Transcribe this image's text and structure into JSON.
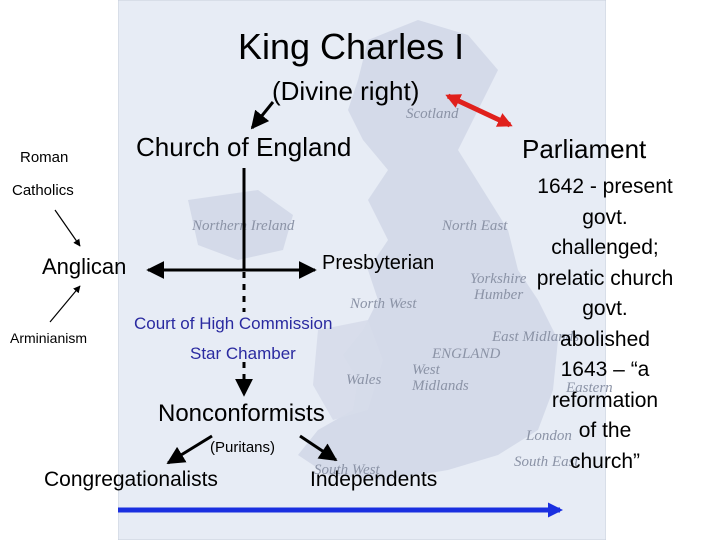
{
  "slide": {
    "title": "King Charles I",
    "subtitle": "(Divine right)",
    "church_of_england": "Church of England",
    "parliament": "Parliament",
    "roman": "Roman",
    "catholics": "Catholics",
    "anglican": "Anglican",
    "arminianism": "Arminianism",
    "presbyterian": "Presbyterian",
    "court_line1": "Court of High Commission",
    "court_line2": "Star Chamber",
    "nonconformists": "Nonconformists",
    "puritans": "(Puritans)",
    "congregationalists": "Congregationalists",
    "independents": "Independents",
    "parliament_notes": [
      "1642 - present",
      "govt.",
      "challenged;",
      "prelatic church",
      "govt.",
      "abolished",
      "1643 – “a",
      "reformation",
      "of the",
      "church”"
    ]
  },
  "map_labels": {
    "scotland": "Scotland",
    "northern_ireland": "Northern Ireland",
    "north_east": "North East",
    "yorkshire": "Yorkshire",
    "humber": "Humber",
    "north_west": "North West",
    "east_midlands": "East Midlands",
    "england": "ENGLAND",
    "west_midlands_1": "West",
    "west_midlands_2": "Midlands",
    "wales": "Wales",
    "eastern": "Eastern",
    "london": "London",
    "south_east": "South East",
    "south_west": "South West"
  },
  "colors": {
    "sea": "#e7ecf5",
    "land": "#cfd6e6",
    "arrow_red": "#e0201c",
    "arrow_blue": "#1a2fe0",
    "map_label": "#8b93a6"
  }
}
